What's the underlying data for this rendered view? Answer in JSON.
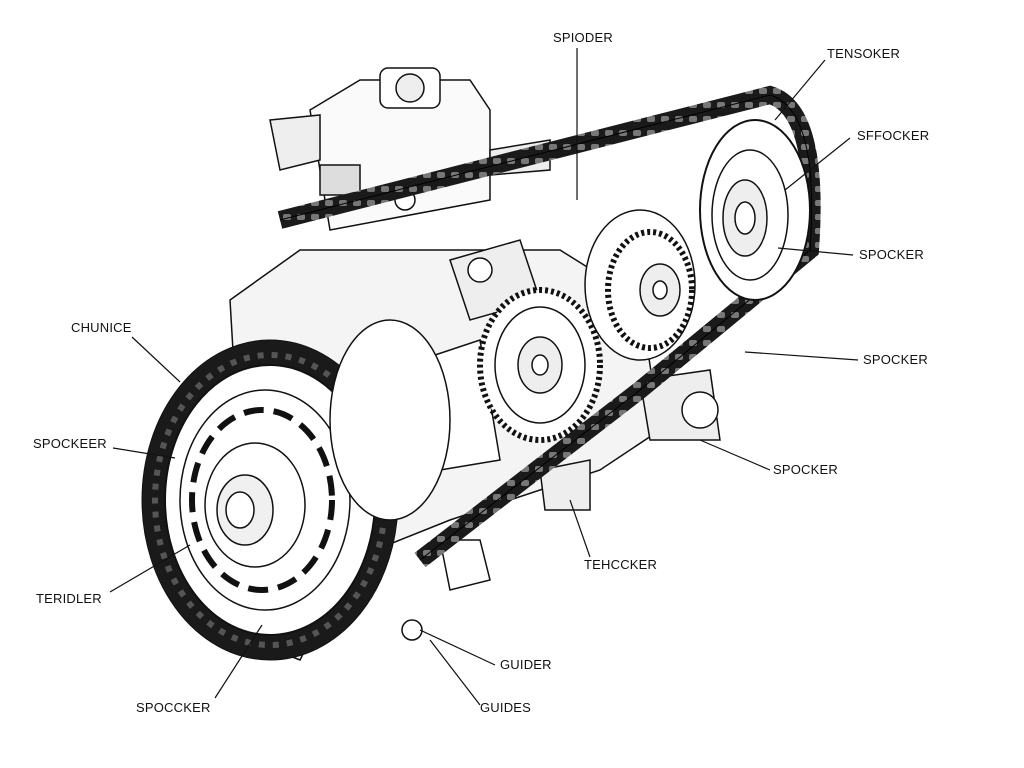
{
  "diagram": {
    "subject": "engine timing chain illustration",
    "labels": [
      {
        "id": "spioder",
        "text": "SPIODER"
      },
      {
        "id": "tensoker",
        "text": "TENSΟKER"
      },
      {
        "id": "sffocker",
        "text": "SFFOCKER"
      },
      {
        "id": "spocker-1",
        "text": "SPOCKER"
      },
      {
        "id": "spocker-2",
        "text": "SPOCKER"
      },
      {
        "id": "chunice",
        "text": "CHUNICE"
      },
      {
        "id": "spockeer",
        "text": "SPOCKEER"
      },
      {
        "id": "spocker-3",
        "text": "SPOCKER"
      },
      {
        "id": "tehccker",
        "text": "TEHCCKER"
      },
      {
        "id": "teridler",
        "text": "TERIDLER"
      },
      {
        "id": "guider",
        "text": "GUIDER"
      },
      {
        "id": "guides",
        "text": "GUIDES"
      },
      {
        "id": "spoccker",
        "text": "SPOCCKER"
      }
    ]
  }
}
